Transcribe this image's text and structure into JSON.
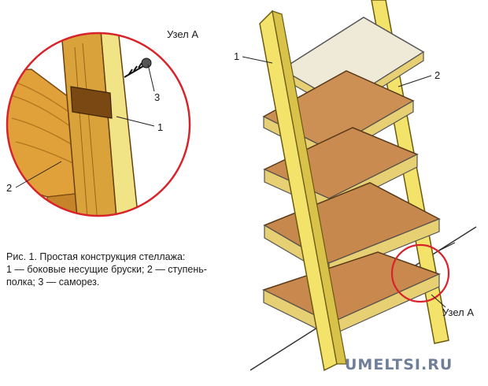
{
  "detail": {
    "title": "Узел А",
    "callouts": [
      "1",
      "2",
      "3"
    ]
  },
  "rack": {
    "callouts": [
      "1",
      "2"
    ],
    "node_label": "Узел А"
  },
  "caption": {
    "line1": "Рис. 1. Простая конструкция стеллажа:",
    "line2": "1 — боковые несущие бруски; 2 — ступень-",
    "line3": "полка; 3 — саморез."
  },
  "watermark": "UMELTSI.RU",
  "colors": {
    "beam": "#f3e36b",
    "beam_shadow": "#d8c24a",
    "shelf_top": "#cc9055",
    "shelf_light": "#efe9d8",
    "shelf_edge": "#e7cf74",
    "wood": "#e2a63d",
    "circle": "#d8232a",
    "outline": "#222222"
  }
}
